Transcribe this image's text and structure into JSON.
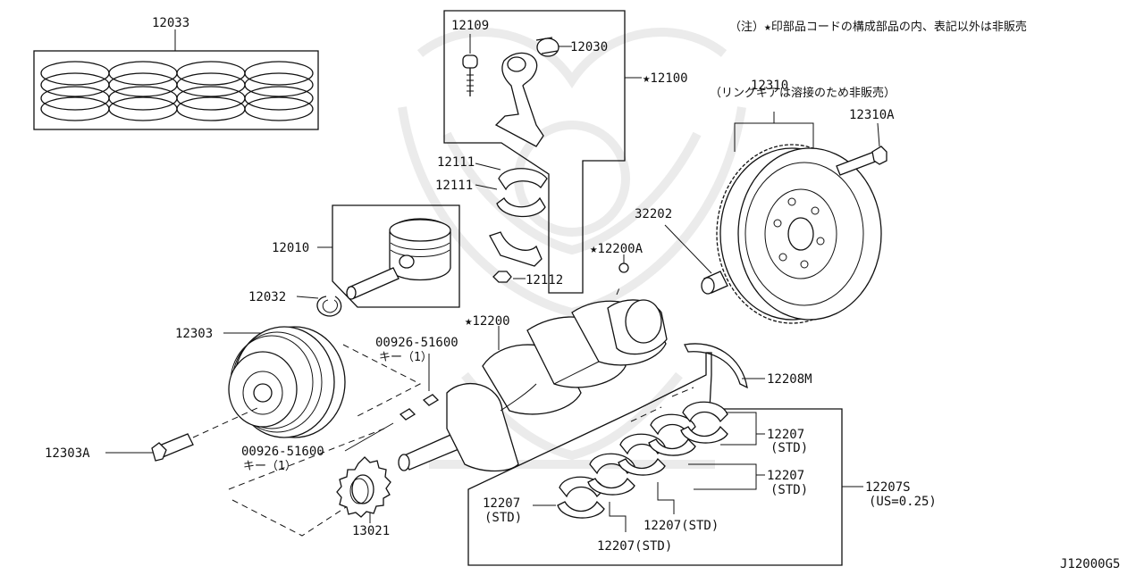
{
  "note": "（注）★印部品コードの構成部品の内、表記以外は非販売",
  "diagram_id": "J12000G5",
  "labels": {
    "piston_ring_set": "12033",
    "con_rod_bolt": "12109",
    "con_rod_bushing": "12030",
    "con_rod_assembly": "★12100",
    "con_rod_bearing_upper": "12111",
    "con_rod_bearing_lower": "12111",
    "con_rod_nut": "12112",
    "piston": "12010",
    "piston_snap_ring": "12032",
    "crank_pulley": "12303",
    "crank_pulley_bolt": "12303A",
    "key_part_top": "00926-51600",
    "key_qty_top": "キー（1）",
    "key_part_bottom": "00926-51600",
    "key_qty_bottom": "キー（1）",
    "crank_sprocket": "13021",
    "crankshaft": "★12200",
    "crank_plug": "★12200A",
    "flywheel": "12310",
    "flywheel_note": "（リングギアは溶接のため非販売）",
    "flywheel_bolt": "12310A",
    "pilot_bushing": "32202",
    "thrust_washer": "12208M",
    "main_bearing_1": "12207",
    "main_bearing_1_std": "(STD)",
    "main_bearing_2": "12207",
    "main_bearing_2_std": "(STD)",
    "main_bearing_3": "12207",
    "main_bearing_3_std": "(STD)",
    "main_bearing_4": "12207(STD)",
    "main_bearing_5": "12207(STD)",
    "main_bearing_set": "12207S",
    "main_bearing_set_size": "(US=0.25)"
  }
}
